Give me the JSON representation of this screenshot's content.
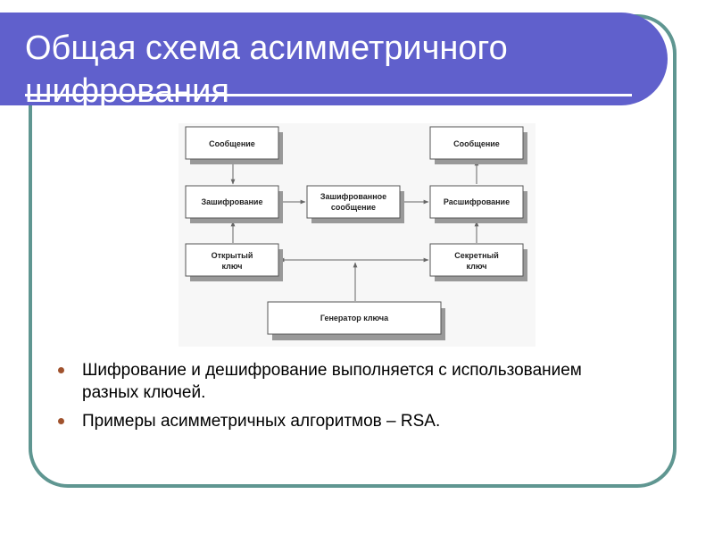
{
  "slide": {
    "title": "Общая схема асимметричного шифрования",
    "accent_color": "#6060cc",
    "frame_color": "#5f9691",
    "bullet_color": "#a0522d"
  },
  "diagram": {
    "boxes": {
      "message_in": [
        "Сообщение"
      ],
      "message_out": [
        "Сообщение"
      ],
      "encryption": [
        "Зашифрование"
      ],
      "encrypted_message": [
        "Зашифрованное",
        "сообщение"
      ],
      "decryption": [
        "Расшифрование"
      ],
      "public_key": [
        "Открытый",
        "ключ"
      ],
      "secret_key": [
        "Секретный",
        "ключ"
      ],
      "key_generator": [
        "Генератор ключа"
      ]
    }
  },
  "bullets": [
    {
      "text": "Шифрование и дешифрование выполняется с использованием разных ключей."
    },
    {
      "text": "Примеры асимметричных алгоритмов – RSA."
    }
  ]
}
